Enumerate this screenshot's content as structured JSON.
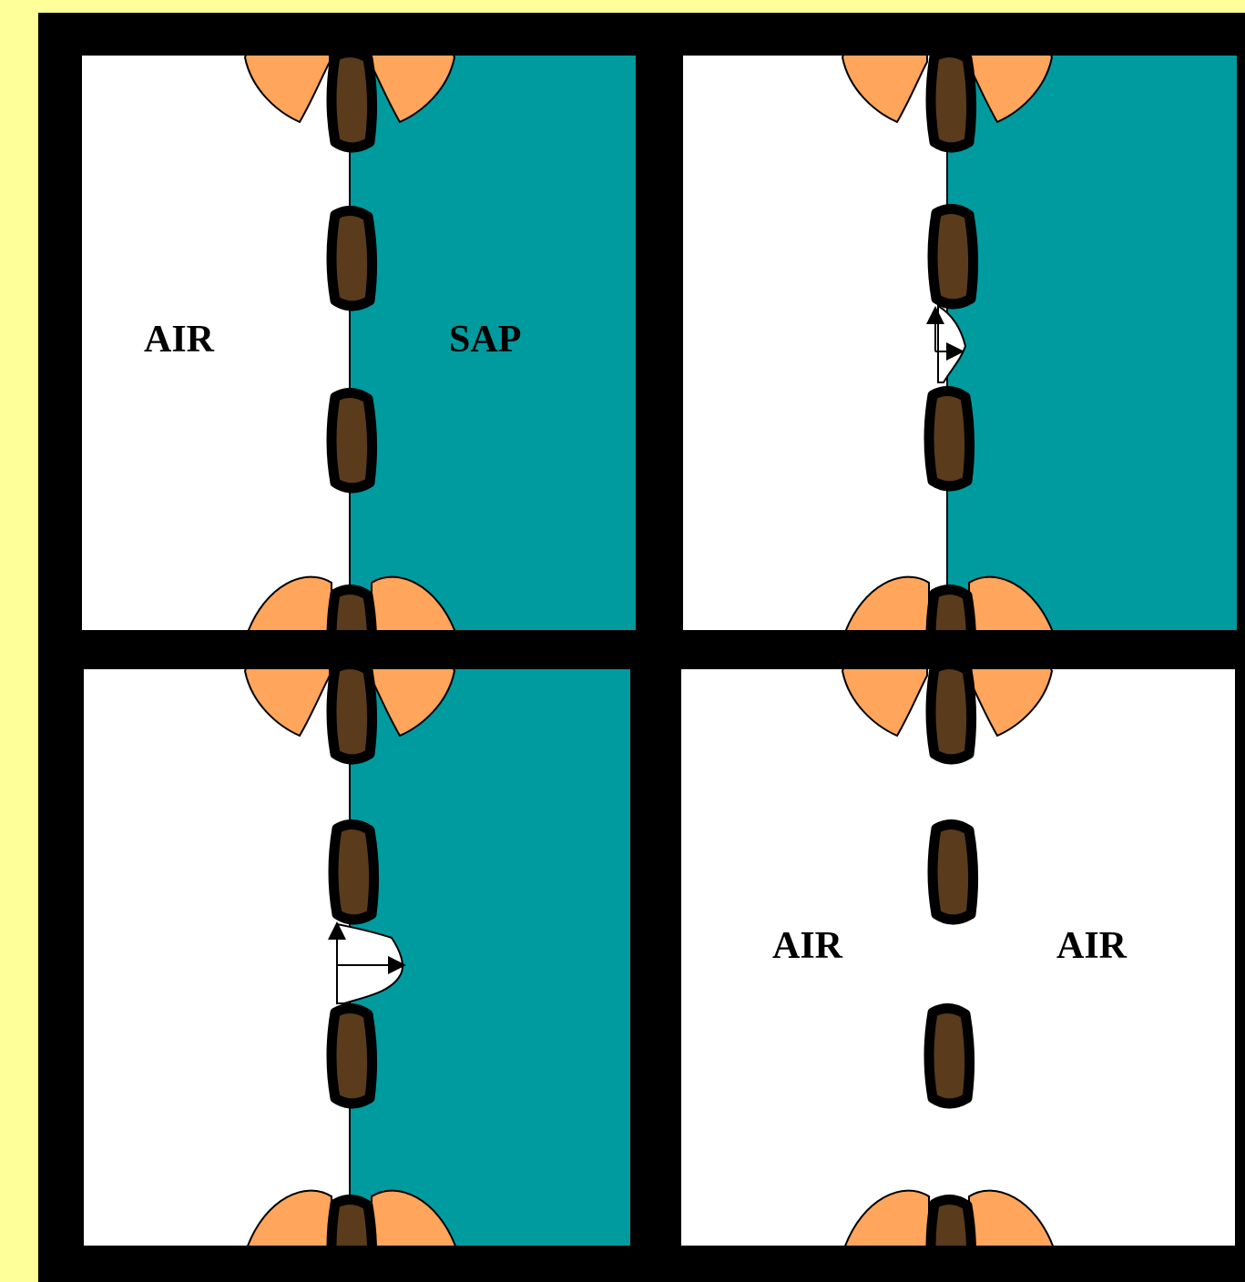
{
  "colors": {
    "background": "#ffff99",
    "frame": "#000000",
    "air": "#ffffff",
    "sap": "#009b9f",
    "pit_border": "#ffa55c",
    "pit_membrane": "#5a3b1c"
  },
  "panels": {
    "top_left": {
      "left_label": "AIR",
      "right_label": "SAP"
    },
    "bottom_right": {
      "left_label": "AIR",
      "right_label": "AIR"
    }
  }
}
